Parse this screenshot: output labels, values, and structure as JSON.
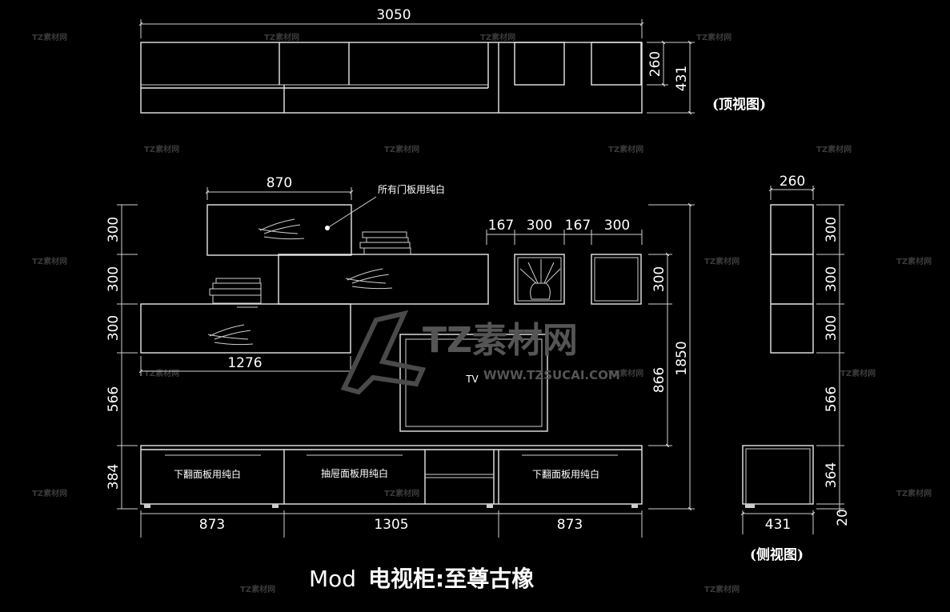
{
  "title": {
    "prefix": "Mod",
    "main": "电视柜:至尊古橡"
  },
  "views": {
    "top": "(顶视图)",
    "side": "(侧视图)"
  },
  "notes": {
    "door_panels": "所有门板用纯白",
    "flip_left": "下翻面板用纯白",
    "drawer": "抽屉面板用纯白",
    "flip_right": "下翻面板用纯白",
    "tv": "TV"
  },
  "dims": {
    "top_width": "3050",
    "top_h1": "260",
    "top_h2": "431",
    "panel_w": "870",
    "box_167a": "167",
    "box_300a": "300",
    "box_167b": "167",
    "box_300b": "300",
    "left_300a": "300",
    "left_300b": "300",
    "left_300c": "300",
    "left_566": "566",
    "left_384": "384",
    "w_1276": "1276",
    "box_h300": "300",
    "h_866": "866",
    "h_1850": "1850",
    "b_873a": "873",
    "b_1305": "1305",
    "b_873b": "873",
    "side_260": "260",
    "side_300a": "300",
    "side_300b": "300",
    "side_300c": "300",
    "side_566": "566",
    "side_364": "364",
    "side_20": "20",
    "side_431": "431"
  },
  "watermark": {
    "brand": "TZ素材网",
    "url": "WWW.TZSUCAI.COM",
    "small": "TZ素材网"
  }
}
